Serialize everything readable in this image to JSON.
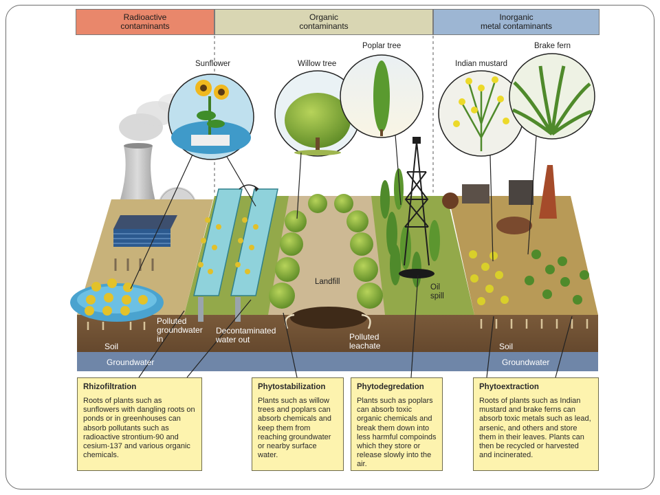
{
  "categories": {
    "radioactive": "Radioactive\ncontaminants",
    "organic": "Organic\ncontaminants",
    "inorganic": "Inorganic\nmetal contaminants"
  },
  "plants": {
    "sunflower": "Sunflower",
    "willow": "Willow tree",
    "poplar": "Poplar tree",
    "mustard": "Indian mustard",
    "fern": "Brake fern"
  },
  "scene_labels": {
    "polluted_in": "Polluted\ngroundwater\nin",
    "decon_out": "Decontaminated\nwater out",
    "landfill": "Landfill",
    "oil_spill": "Oil\nspill",
    "leachate": "Polluted\nleachate",
    "soil_left": "Soil",
    "groundwater_left": "Groundwater",
    "soil_right": "Soil",
    "groundwater_right": "Groundwater"
  },
  "boxes": {
    "rhizo": {
      "title": "Rhizofiltration",
      "text": "Roots of plants such as sunflowers with dangling roots on ponds or in greenhouses can absorb pollutants such as radioactive strontium-90 and cesium-137 and various organic chemicals."
    },
    "stab": {
      "title": "Phytostabilization",
      "text": "Plants such as willow trees and poplars can absorb chemicals and keep them from reaching groundwater or nearby surface water."
    },
    "degr": {
      "title": "Phytodegredation",
      "text": "Plants such as poplars can absorb toxic organic chemicals and break them down into less harmful compoinds which they store or release slowly into the air."
    },
    "extr": {
      "title": "Phytoextraction",
      "text": "Roots of plants such as Indian mustard and brake ferns can absorb toxic metals such as lead, arsenic, and others and store them in their leaves. Plants can then be recycled or harvested and incinerated."
    }
  }
}
